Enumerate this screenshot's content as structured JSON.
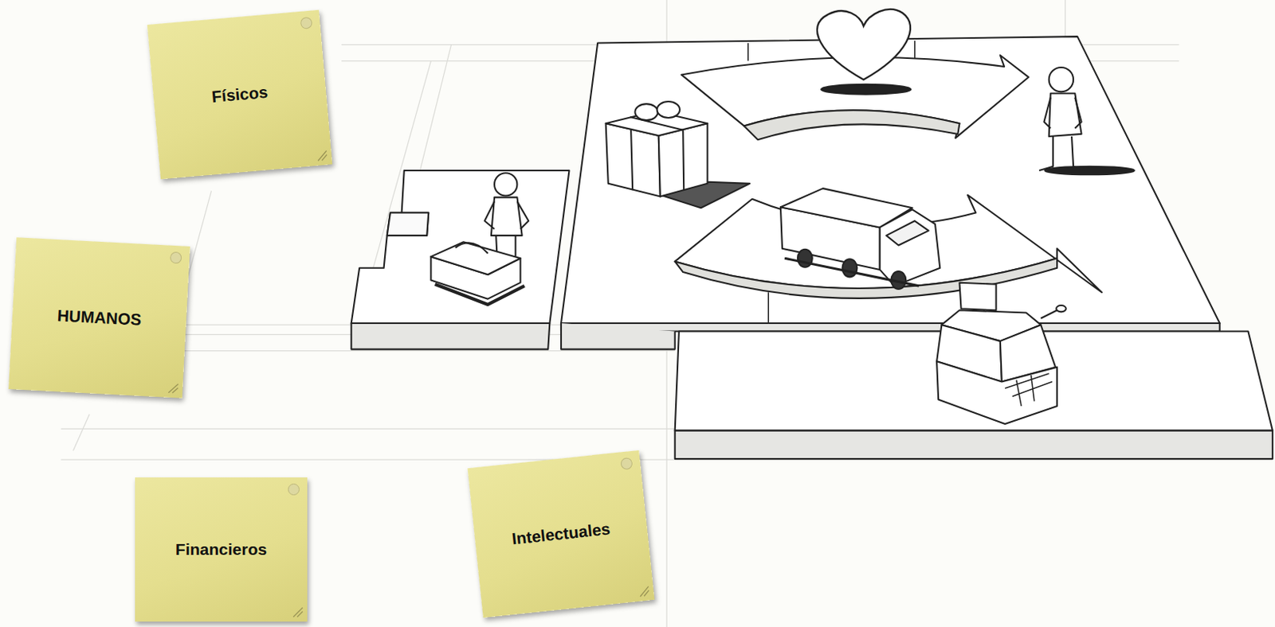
{
  "diagram": {
    "nodes": [
      {
        "text": [
          "Físicos"
        ]
      },
      {
        "text": [
          "HUMANOS"
        ]
      },
      {
        "text": [
          "Financieros"
        ]
      },
      {
        "text": [
          "Intelectuales"
        ]
      }
    ]
  }
}
